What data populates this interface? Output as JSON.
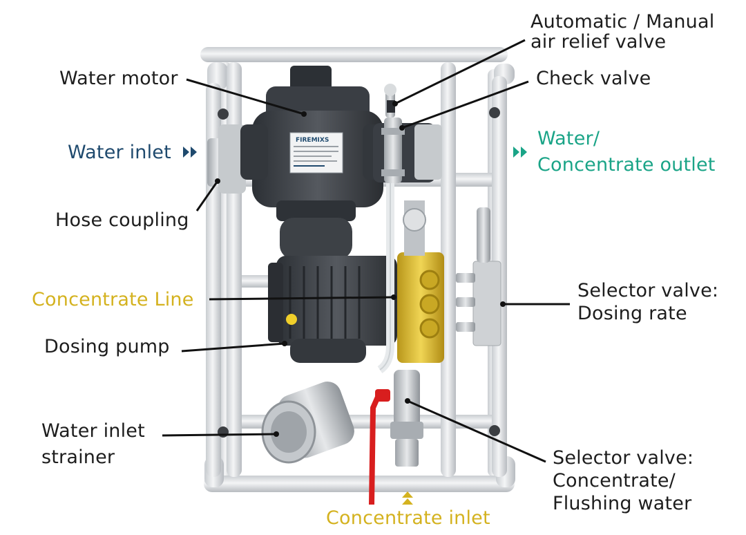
{
  "labels": {
    "air_relief_line1": "Automatic / Manual",
    "air_relief_line2": "air relief valve",
    "water_motor": "Water motor",
    "check_valve": "Check valve",
    "water_inlet": "Water inlet",
    "outlet_line1": "Water/",
    "outlet_line2": "Concentrate outlet",
    "hose_coupling": "Hose coupling",
    "concentrate_line": "Concentrate Line",
    "selector_dosing_line1": "Selector valve:",
    "selector_dosing_line2": "Dosing rate",
    "dosing_pump": "Dosing pump",
    "strainer_line1": "Water inlet",
    "strainer_line2": "strainer",
    "selector_conc_line1": "Selector valve:",
    "selector_conc_line2": "Concentrate/",
    "selector_conc_line3": "Flushing water",
    "concentrate_inlet": "Concentrate inlet"
  },
  "nameplate": {
    "brand": "FIREMIXS"
  },
  "colors": {
    "label_text": "#1d1d1d",
    "water_inlet": "#1f4a6e",
    "outlet": "#1aa487",
    "concentrate": "#d4b21f",
    "concentrate_hose": "#d81e1e",
    "frame": "#d9dcdf",
    "motor_body": "#3a3e44",
    "brass": "#dcc03a"
  },
  "icons": {
    "flow_arrow": "double-chevron-right-icon",
    "inlet_arrow": "double-chevron-up-icon"
  }
}
